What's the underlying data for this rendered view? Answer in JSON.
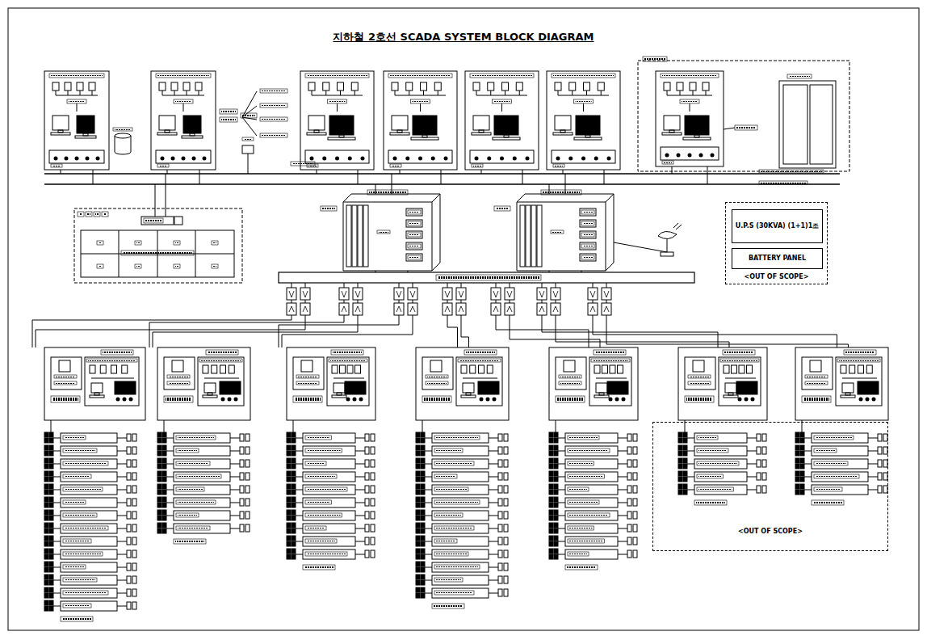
{
  "diagram": {
    "title": "지하철 2호선 SCADA SYSTEM BLOCK DIAGRAM",
    "nodes": [
      {
        "text": [
          "<OUT OF SCOPE>"
        ]
      },
      {
        "text": [
          "U.P.S (30KVA) (1+1)1조"
        ],
        "in": 0
      },
      {
        "text": [
          "BATTERY PANEL"
        ],
        "in": 0
      },
      {
        "text": [
          "<OUT OF SCOPE>"
        ]
      }
    ]
  }
}
